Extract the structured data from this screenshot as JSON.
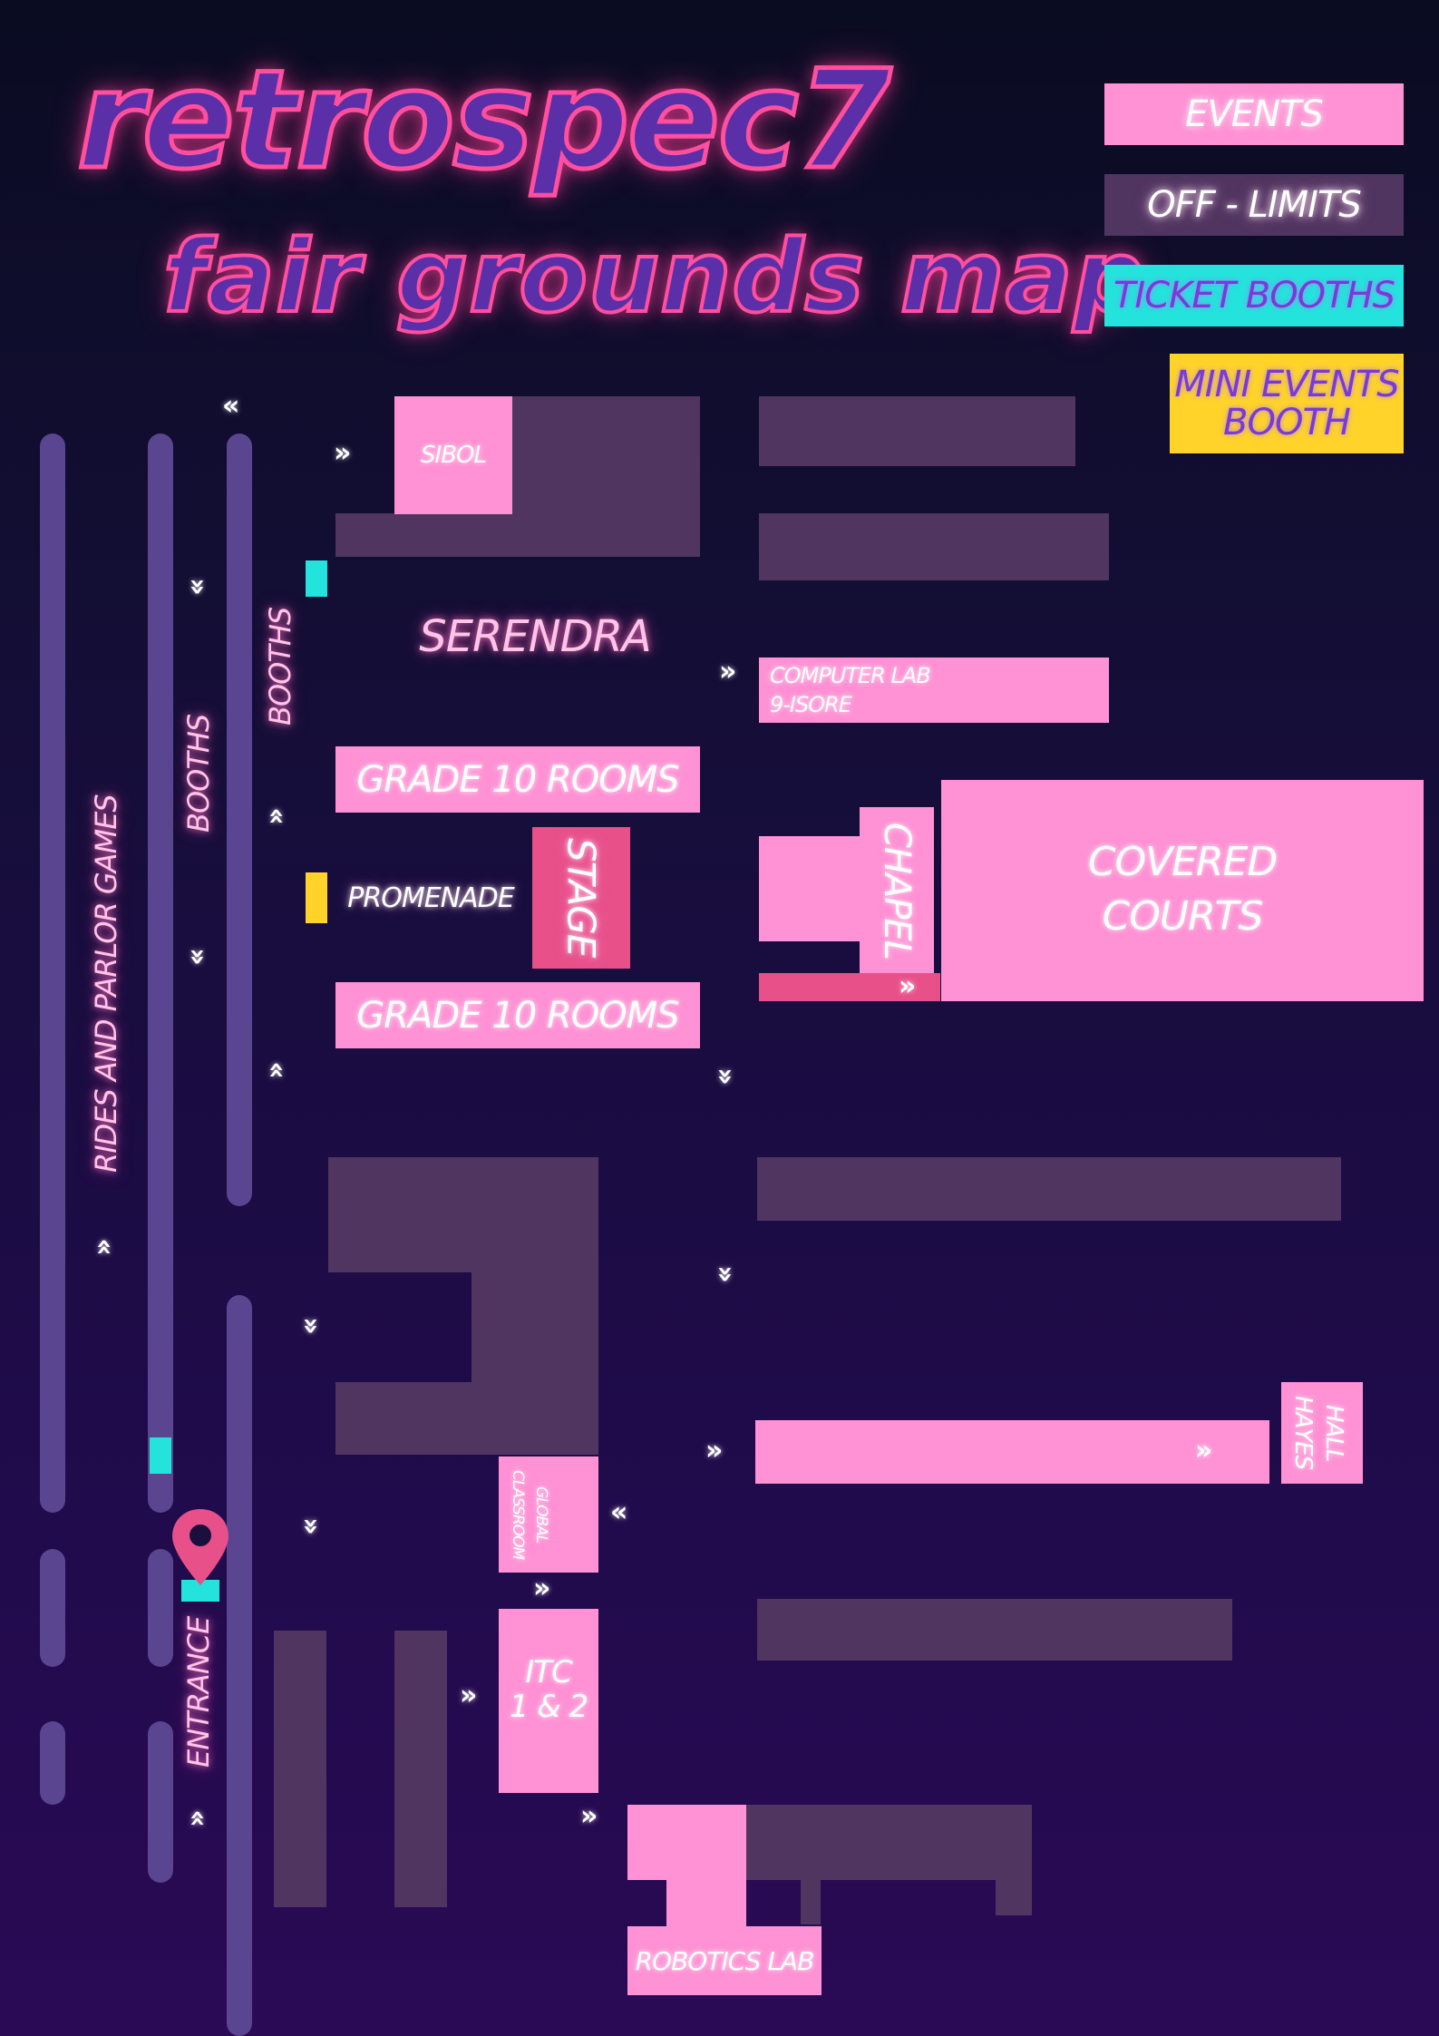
{
  "title": {
    "line1": "retrospec7",
    "line2": "fair grounds map"
  },
  "legend": {
    "events": "EVENTS",
    "off_limits": "OFF - LIMITS",
    "ticket_booths": "TICKET BOOTHS",
    "mini_events_booth": "MINI EVENTS BOOTH"
  },
  "areas": {
    "sibol": "SIBOL",
    "serendra": "SERENDRA",
    "computer_lab": "COMPUTER LAB",
    "computer_lab_sub": "9-ISORE",
    "grade10_top": "GRADE 10 ROOMS",
    "grade10_bottom": "GRADE 10 ROOMS",
    "promenade": "PROMENADE",
    "stage": "STAGE",
    "chapel": "CHAPEL",
    "covered_courts_1": "COVERED",
    "covered_courts_2": "COURTS",
    "hayes_hall_1": "HAYES",
    "hayes_hall_2": "HALL",
    "global_classroom_1": "GLOBAL",
    "global_classroom_2": "CLASSROOM",
    "itc_1": "ITC",
    "itc_2": "1 & 2",
    "robotics_lab": "ROBOTICS LAB"
  },
  "lanes": {
    "rides": "RIDES AND PARLOR GAMES",
    "booths_outer": "BOOTHS",
    "booths_inner": "BOOTHS",
    "entrance": "ENTRANCE"
  },
  "colors": {
    "events": "#ff92d4",
    "off_limits": "#4f3560",
    "ticket_booths": "#24e3dc",
    "mini_events_booth": "#ffd32a",
    "stage": "#e8508a",
    "lane": "#5a4590",
    "marker": "#e8508a"
  },
  "icons": {
    "direction_arrow": "chevron-arrow-icon",
    "entrance_marker": "location-pin-icon"
  }
}
